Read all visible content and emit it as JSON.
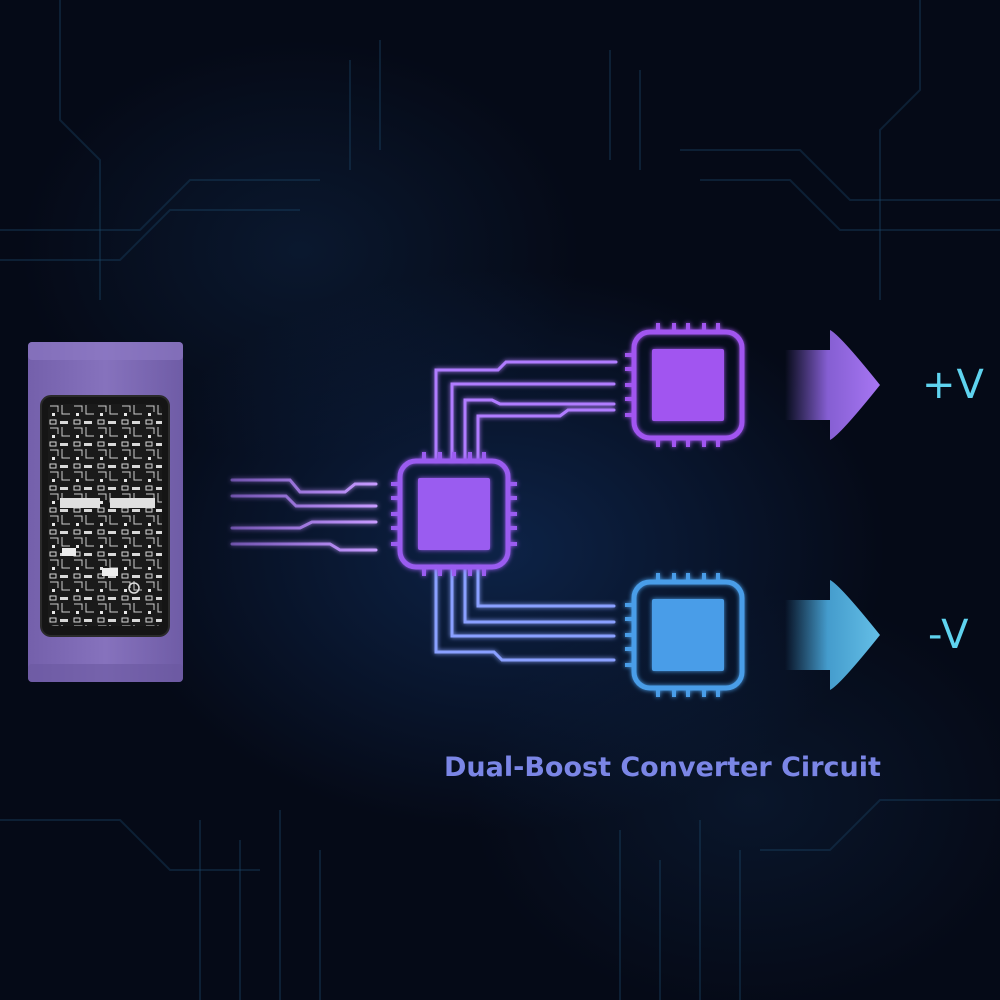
{
  "diagram": {
    "title": "Dual-Boost Converter Circuit",
    "outputs": {
      "positive_label": "+V",
      "negative_label": "-V"
    },
    "colors": {
      "background": "#050a17",
      "module_body": "#7e6ab3",
      "center_chip": "#9a5cf0",
      "top_chip": "#a155f0",
      "bottom_chip": "#4a9de8",
      "trace_purple": "#b07cff",
      "trace_blue": "#8aa0ff",
      "arrow_top": "#9b6df2",
      "arrow_bottom": "#4fb4ea",
      "label_text": "#5fd3ef",
      "caption_text": "#7b86e6"
    },
    "icons": [
      "pcb-module-icon",
      "chip-icon",
      "arrow-right-icon"
    ]
  }
}
